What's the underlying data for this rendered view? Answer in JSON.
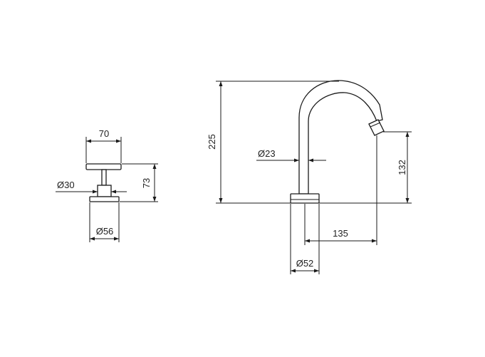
{
  "handle_view": {
    "width_label": "70",
    "stem_diameter_label": "Ø30",
    "base_diameter_label": "Ø56",
    "height_label": "73"
  },
  "spout_view": {
    "total_height_label": "225",
    "spout_diameter_label": "Ø23",
    "outlet_height_label": "132",
    "reach_label": "135",
    "base_diameter_label": "Ø52"
  },
  "colors": {
    "line": "#1a1a1a",
    "background": "#ffffff"
  }
}
